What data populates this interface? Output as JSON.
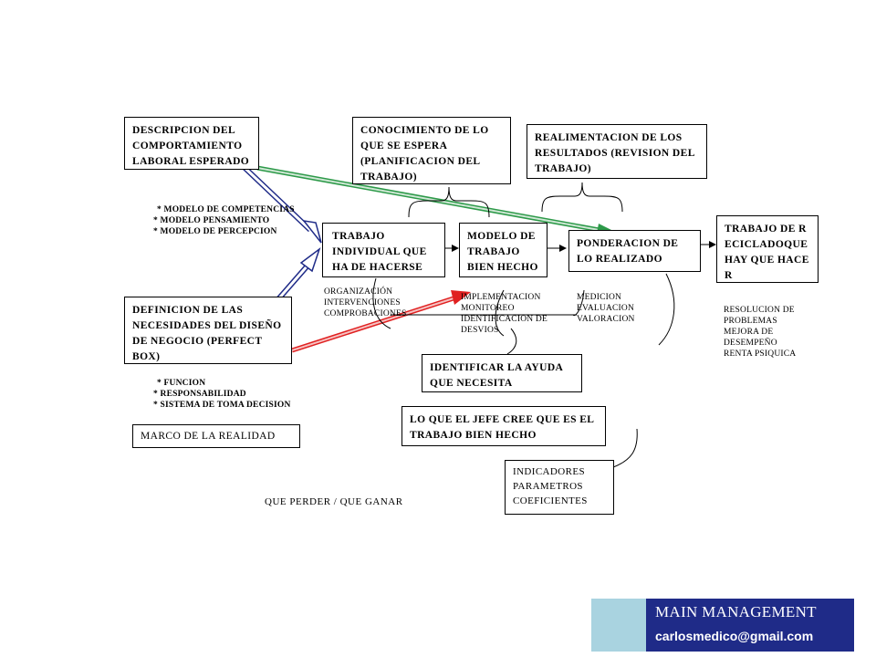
{
  "boxes": {
    "descripcion": "DESCRIPCION DEL COMPORTAMIENTO LABORAL ESPERADO",
    "conocimiento": "CONOCIMIENTO DE LO QUE SE ESPERA (PLANIFICACION DEL TRABAJO)",
    "realimentacion": "REALIMENTACION DE LOS RESULTADOS (REVISION DEL TRABAJO)",
    "trabajo_individual": "TRABAJO INDIVIDUAL QUE HA DE HACERSE",
    "modelo": "MODELO DE TRABAJO BIEN HECHO",
    "ponderacion": "PONDERACION DE LO REALIZADO",
    "reciclado": "TRABAJO DE RECICLADOQUE HAY QUE HACER",
    "definicion": "DEFINICION DE LAS NECESIDADES DEL DISEÑO DE NEGOCIO (PERFECT BOX)",
    "identificar": "IDENTIFICAR LA AYUDA QUE NECESITA",
    "jefe": "LO QUE EL JEFE CREE QUE ES EL TRABAJO BIEN HECHO",
    "marco": "MARCO DE LA REALIDAD",
    "indicadores": [
      "INDICADORES",
      "PARAMETROS",
      "COEFICIENTES"
    ]
  },
  "notes": {
    "modelos": [
      "*  MODELO DE COMPETENCIAS",
      "*  MODELO PENSAMIENTO",
      "*  MODELO DE PERCEPCION"
    ],
    "funcion": [
      "*  FUNCION",
      "*  RESPONSABILIDAD",
      "*  SISTEMA DE TOMA DECISION"
    ],
    "organizacion": [
      "ORGANIZACIÓN",
      "INTERVENCIONES",
      "COMPROBACIONES"
    ],
    "implementacion": [
      "IMPLEMENTACION",
      "MONITOREO",
      "IDENTIFICACION DE",
      "DESVIOS"
    ],
    "medicion": [
      "MEDICION",
      "EVALUACION",
      "VALORACION"
    ],
    "resolucion": [
      "RESOLUCION DE",
      "PROBLEMAS",
      "MEJORA DE",
      "DESEMPEÑO",
      "RENTA PSIQUICA"
    ]
  },
  "caption": "QUE PERDER  /  QUE GANAR",
  "logo": {
    "title": "MAIN MANAGEMENT",
    "email": "carlosmedico@gmail.com",
    "left_color": "#a9d3e0",
    "right_color": "#1f2b88"
  },
  "colors": {
    "green_arrow": "#2e9a4a",
    "red_arrow": "#e02020",
    "blue_arrow": "#1f2b88"
  }
}
